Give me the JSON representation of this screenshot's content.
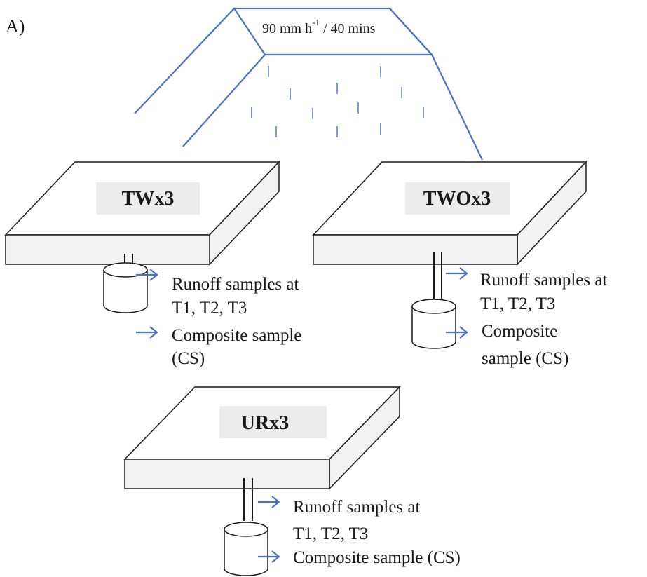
{
  "panel_label": "A)",
  "simulator": {
    "rate_value": "90 mm h",
    "rate_exponent": "-1",
    "rate_duration": " / 40 mins"
  },
  "plots": [
    {
      "name": "TWx3",
      "runoff_lines": [
        "Runoff samples at",
        "T1, T2, T3"
      ],
      "composite_lines": [
        "Composite sample",
        "(CS)"
      ]
    },
    {
      "name": "TWOx3",
      "runoff_lines": [
        "Runoff samples at",
        "T1, T2, T3"
      ],
      "composite_lines": [
        "Composite",
        "sample (CS)"
      ]
    },
    {
      "name": "URx3",
      "runoff_lines": [
        "Runoff  samples  at",
        "T1, T2, T3"
      ],
      "composite_lines": [
        "Composite sample (CS)"
      ]
    }
  ],
  "colors": {
    "accent": "#4a72c4",
    "line": "#1a1a1a",
    "box_fill": "#f2f2f2"
  }
}
